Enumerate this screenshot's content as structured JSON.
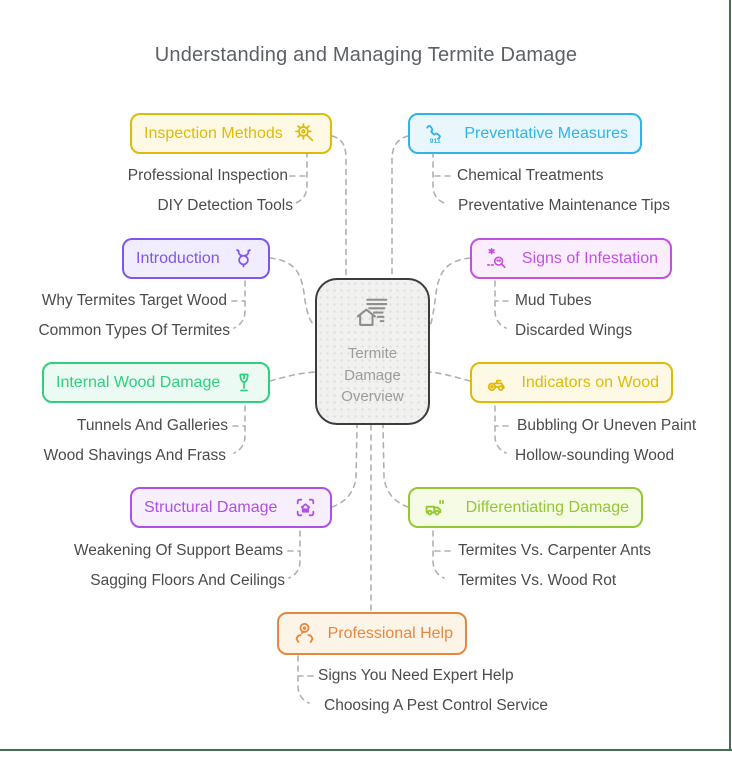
{
  "title": "Understanding and Managing Termite Damage",
  "center": {
    "label": "Termite Damage Overview",
    "icon": "house-document-icon"
  },
  "colors": {
    "yellow": "#e0ba08",
    "cyan": "#2fb3e8",
    "purple": "#7d55ef",
    "magenta": "#c44fe0",
    "green": "#2fcf7d",
    "violet": "#b04fe8",
    "lime": "#93c832",
    "orange": "#e8873c",
    "center_border": "#3c3c3c",
    "leaf_text": "#4b4b4b",
    "connector": "#b0b0b0",
    "edge_line": "#46704f"
  },
  "branches": [
    {
      "label": "Inspection Methods",
      "icon": "magnifier-gear-icon",
      "color": "#e0ba08",
      "children": [
        "Professional Inspection",
        "DIY Detection Tools"
      ]
    },
    {
      "label": "Preventative Measures",
      "icon": "emergency-call-icon",
      "icon_text": "911",
      "color": "#2fb3e8",
      "children": [
        "Chemical Treatments",
        "Preventative Maintenance Tips"
      ]
    },
    {
      "label": "Introduction",
      "icon": "bug-icon",
      "color": "#7d55ef",
      "children": [
        "Why Termites Target Wood",
        "Common Types Of Termites"
      ]
    },
    {
      "label": "Signs of Infestation",
      "icon": "bug-magnifier-icon",
      "color": "#c44fe0",
      "children": [
        "Mud Tubes",
        "Discarded Wings"
      ]
    },
    {
      "label": "Internal Wood Damage",
      "icon": "cracked-glass-icon",
      "color": "#2fcf7d",
      "children": [
        "Tunnels And Galleries",
        "Wood Shavings And Frass"
      ]
    },
    {
      "label": "Indicators on Wood",
      "icon": "construction-vehicle-icon",
      "color": "#e0ba08",
      "children": [
        "Bubbling Or Uneven Paint",
        "Hollow-sounding Wood"
      ]
    },
    {
      "label": "Structural Damage",
      "icon": "house-scan-icon",
      "color": "#b04fe8",
      "children": [
        "Weakening Of Support Beams",
        "Sagging Floors And Ceilings"
      ]
    },
    {
      "label": "Differentiating Damage",
      "icon": "truck-icon",
      "color": "#93c832",
      "children": [
        "Termites Vs. Carpenter Ants",
        "Termites Vs. Wood Rot"
      ]
    },
    {
      "label": "Professional Help",
      "icon": "care-hands-icon",
      "color": "#e8873c",
      "children": [
        "Signs You Need Expert Help",
        "Choosing A Pest Control Service"
      ]
    }
  ]
}
